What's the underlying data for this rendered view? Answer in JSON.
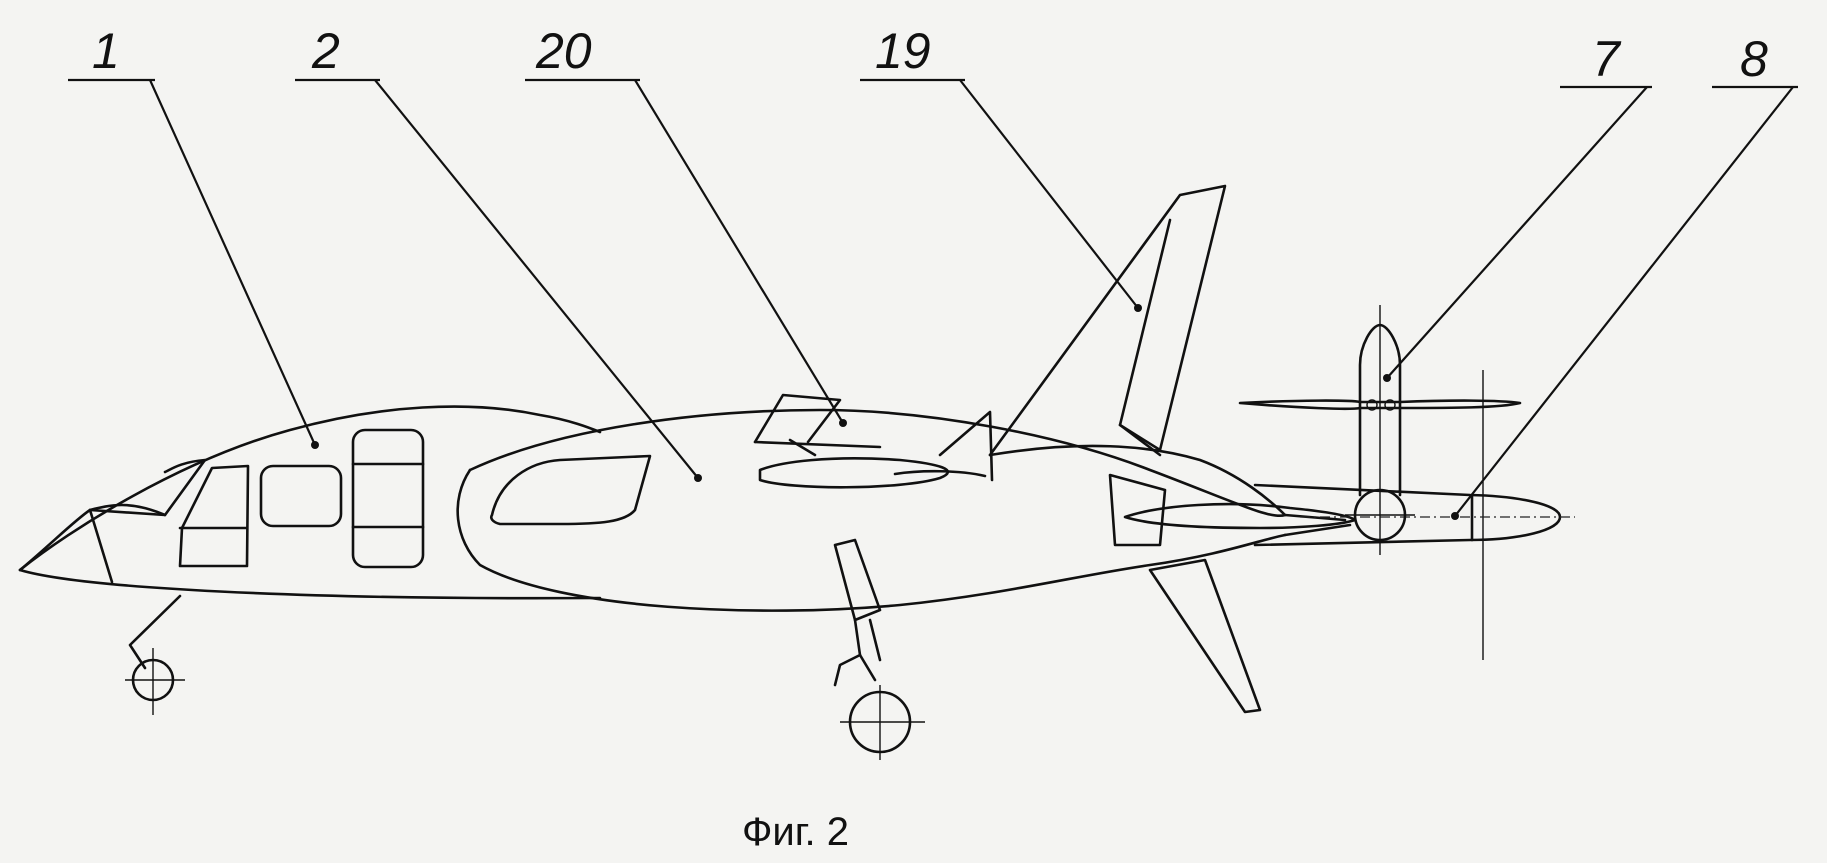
{
  "figure": {
    "caption": "Фиг. 2",
    "callouts": [
      {
        "id": "1",
        "label": "1"
      },
      {
        "id": "2",
        "label": "2"
      },
      {
        "id": "20",
        "label": "20"
      },
      {
        "id": "19",
        "label": "19"
      },
      {
        "id": "7",
        "label": "7"
      },
      {
        "id": "8",
        "label": "8"
      }
    ]
  },
  "colors": {
    "line": "#111111",
    "background": "#f4f4f2"
  }
}
